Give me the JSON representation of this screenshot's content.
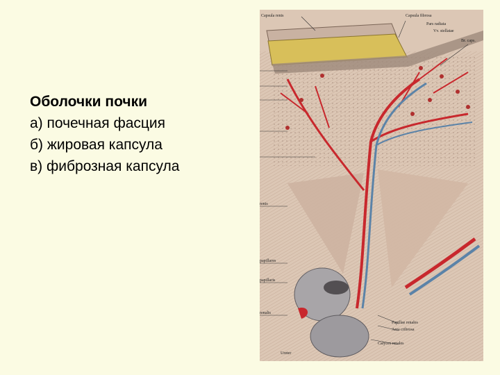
{
  "slide": {
    "heading": "Оболочки почки",
    "items": [
      "а) почечная фасция",
      "б) жировая капсула",
      "в) фиброзная капсула"
    ]
  },
  "figure": {
    "labels": {
      "top_left": "Capsula renis",
      "top_center": "Capsula fibrosa",
      "pars_radiata": "Pars radiata",
      "vv_stellatae": "Vv. stellatae",
      "br_caps": "Br. caps.",
      "left_renis": "renis",
      "papillares": "papillares",
      "papillaris": "papillaris",
      "renalis": "renalis",
      "papillae_renales": "Papillae renales",
      "area_cribrosa": "Area cribrosa",
      "calyces_renales": "Calyces renales",
      "ureter": "Ureter"
    }
  },
  "colors": {
    "background": "#fbfbe3",
    "artery": "#c8282d",
    "vein": "#5b83a8",
    "fat": "#d9c05a"
  }
}
